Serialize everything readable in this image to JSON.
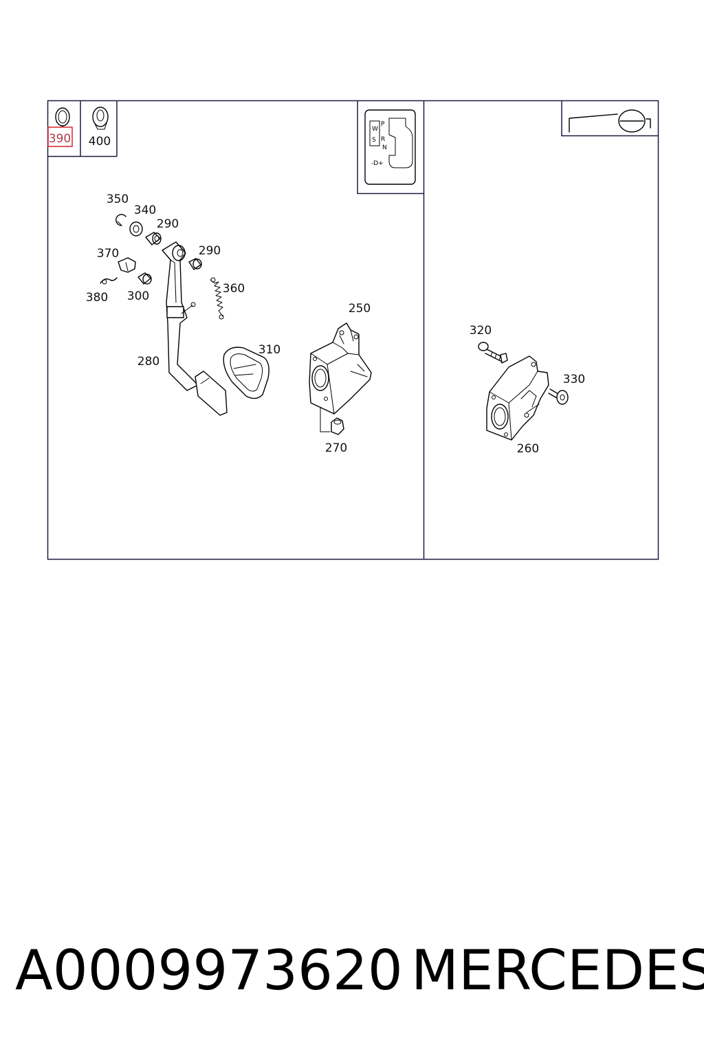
{
  "callouts": {
    "c390": "390",
    "c400": "400",
    "c350": "350",
    "c340": "340",
    "c290a": "290",
    "c290b": "290",
    "c370": "370",
    "c380": "380",
    "c300": "300",
    "c360": "360",
    "c250": "250",
    "c310": "310",
    "c280": "280",
    "c270": "270",
    "c320": "320",
    "c330": "330",
    "c260": "260"
  },
  "gear_selector": {
    "w": "W",
    "s": "S",
    "p": "P",
    "r": "R",
    "n": "N",
    "d": "-D+"
  },
  "footer": {
    "part_number": "A0009973620",
    "brand": "MERCEDES"
  },
  "colors": {
    "highlight": "#d9303a",
    "frame": "#1a1a40"
  },
  "icons": [
    "steering-wheel-icon",
    "gear-selector-icon"
  ]
}
